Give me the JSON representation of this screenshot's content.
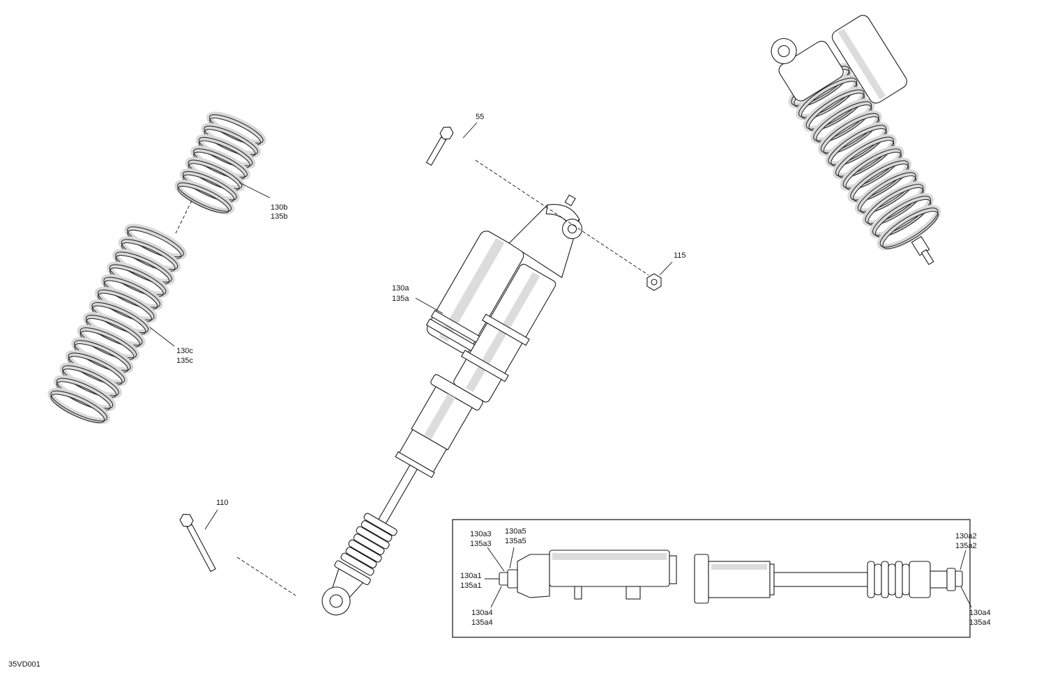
{
  "drawing_id": "35VD001",
  "callouts": {
    "bolt_top": "55",
    "nut": "115",
    "bolt_bottom": "110",
    "shock_body": [
      "130a",
      "135a"
    ],
    "spring_upper": [
      "130b",
      "135b"
    ],
    "spring_lower": [
      "130c",
      "135c"
    ]
  },
  "detail": {
    "a3": [
      "130a3",
      "135a3"
    ],
    "a5": [
      "130a5",
      "135a5"
    ],
    "a1": [
      "130a1",
      "135a1"
    ],
    "a4_left": [
      "130a4",
      "135a4"
    ],
    "a2": [
      "130a2",
      "135a2"
    ],
    "a4_right": [
      "130a4",
      "135a4"
    ]
  }
}
